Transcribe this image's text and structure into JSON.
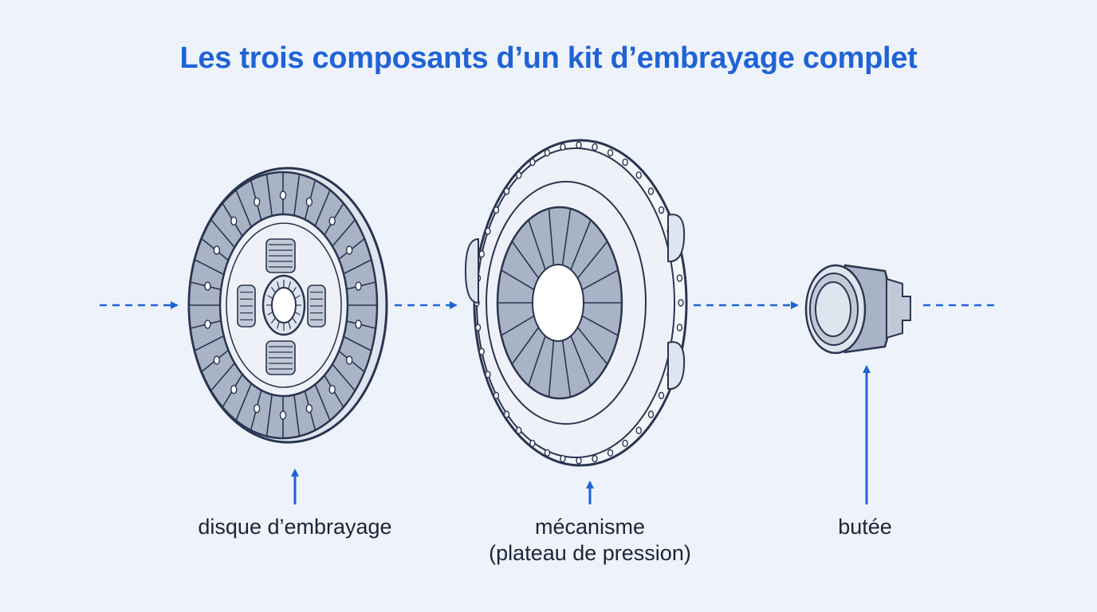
{
  "title": "Les trois composants d’un kit d’embrayage complet",
  "components": [
    {
      "id": "disc",
      "label": "disque d’embrayage"
    },
    {
      "id": "mechanism",
      "label_line1": "mécanisme",
      "label_line2": "(plateau de pression)"
    },
    {
      "id": "bearing",
      "label": "butée"
    }
  ],
  "colors": {
    "accent": "#1f63d6",
    "outline": "#2a3550",
    "fill": "#a9b3c6",
    "background": "#eef3fb"
  }
}
